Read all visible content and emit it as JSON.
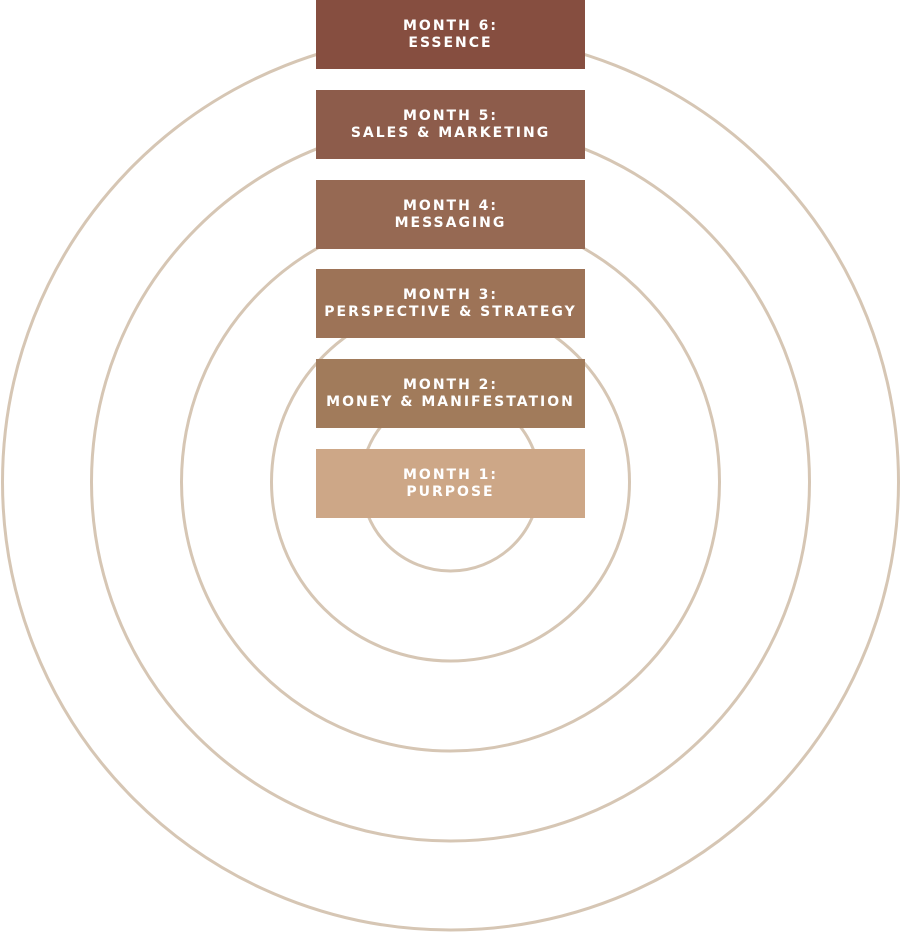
{
  "colors": {
    "ring": "#d6c6b4",
    "month_6": "#864e40",
    "month_5": "#8d5c4b",
    "month_4": "#966953",
    "month_3": "#9d7357",
    "month_2": "#a17b5b",
    "month_1": "#cda787"
  },
  "months": [
    {
      "label": "MONTH 6:",
      "title": "ESSENCE"
    },
    {
      "label": "MONTH 5:",
      "title": "SALES & MARKETING"
    },
    {
      "label": "MONTH 4:",
      "title": "MESSAGING"
    },
    {
      "label": "MONTH 3:",
      "title": "PERSPECTIVE & STRATEGY"
    },
    {
      "label": "MONTH 2:",
      "title": "MONEY & MANIFESTATION"
    },
    {
      "label": "MONTH 1:",
      "title": "PURPOSE"
    }
  ]
}
